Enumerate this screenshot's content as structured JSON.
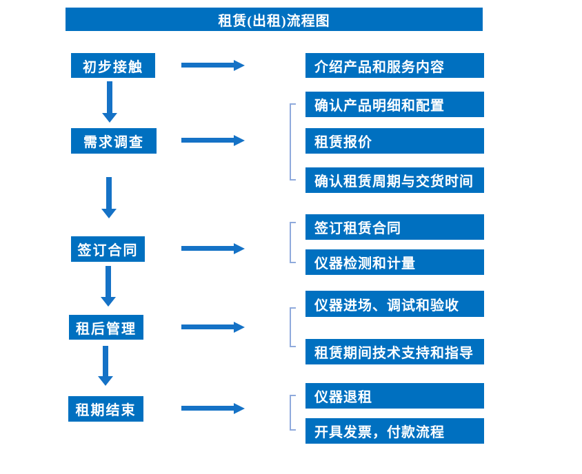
{
  "title": "租赁(出租)流程图",
  "colors": {
    "box_blue": "#0070C0",
    "arrow_blue": "#1572C6",
    "bracket_blue": "#8FAADC",
    "text_white": "#FFFFFF",
    "background": "#FFFFFF"
  },
  "steps": [
    {
      "label": "初步接触",
      "details": [
        "介绍产品和服务内容"
      ]
    },
    {
      "label": "需求调查",
      "details": [
        "确认产品明细和配置",
        "租赁报价",
        "确认租赁周期与交货时间"
      ]
    },
    {
      "label": "签订合同",
      "details": [
        "签订租赁合同",
        "仪器检测和计量"
      ]
    },
    {
      "label": "租后管理",
      "details": [
        "仪器进场、调试和验收",
        "租赁期间技术支持和指导"
      ]
    },
    {
      "label": "租期结束",
      "details": [
        "仪器退租",
        "开具发票，付款流程"
      ]
    }
  ]
}
